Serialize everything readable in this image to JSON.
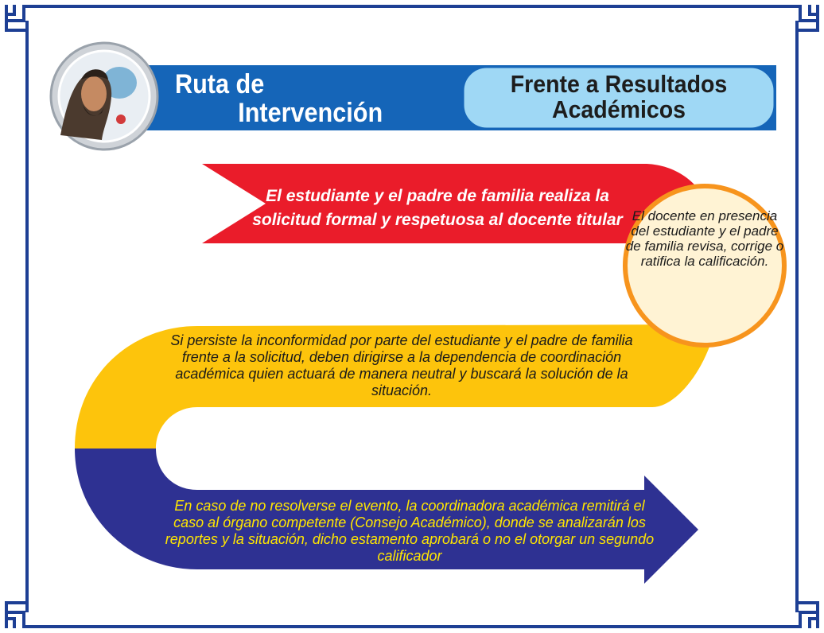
{
  "header": {
    "title_line1": "Ruta de",
    "title_line2": "Intervención",
    "subtitle_line1": "Frente a Resultados",
    "subtitle_line2": "Académicos"
  },
  "steps": {
    "step1": "El estudiante y el padre de familia realiza la solicitud formal y respetuosa al docente titular",
    "circle": "El docente en presencia del estudiante y el padre de familia revisa, corrige o ratifica la calificación.",
    "step2": "Si persiste la inconformidad por parte del estudiante y el padre de familia frente a la solicitud, deben dirigirse a la dependencia de coordinación académica quien actuará de manera neutral y buscará la solución de la situación.",
    "step3": "En caso de no resolverse el evento, la coordinadora académica remitirá el caso al órgano competente (Consejo Académico), donde se analizarán los reportes y la situación, dicho estamento aprobará o no el otorgar un segundo calificador"
  },
  "colors": {
    "frame": "#1d3f94",
    "banner": "#1565b8",
    "subtitle_box": "#9fd8f5",
    "red": "#ea1c2a",
    "yellow": "#fdc40c",
    "navy": "#2e3192",
    "circle_fill": "#fff3d4",
    "circle_border": "#f7941d"
  },
  "icons": {
    "logo": "portrait-seal-icon"
  }
}
